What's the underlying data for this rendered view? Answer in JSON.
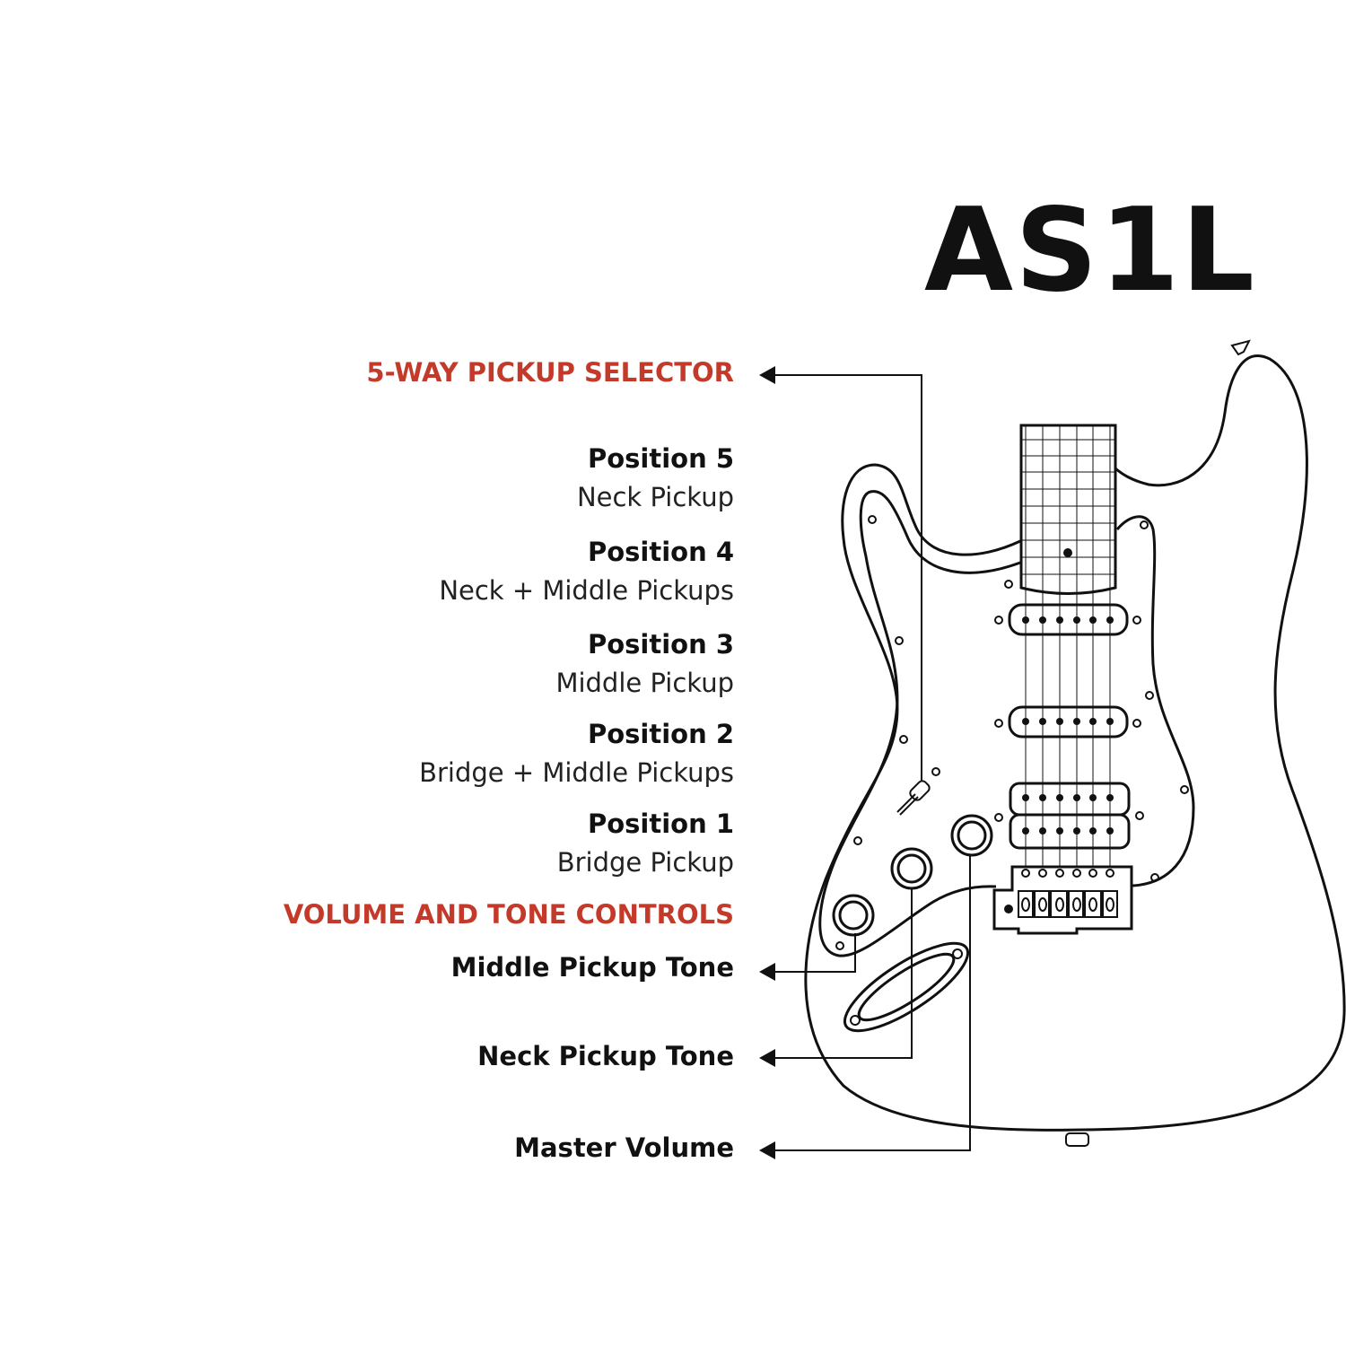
{
  "title": "AS1L",
  "selector": {
    "heading": "5-WAY PICKUP SELECTOR",
    "positions": [
      {
        "label": "Position 5",
        "desc": "Neck Pickup"
      },
      {
        "label": "Position 4",
        "desc": "Neck + Middle Pickups"
      },
      {
        "label": "Position 3",
        "desc": "Middle Pickup"
      },
      {
        "label": "Position 2",
        "desc": "Bridge + Middle Pickups"
      },
      {
        "label": "Position 1",
        "desc": "Bridge Pickup"
      }
    ]
  },
  "controls": {
    "heading": "VOLUME AND TONE CONTROLS",
    "items": [
      "Middle Pickup Tone",
      "Neck Pickup Tone",
      "Master Volume"
    ]
  },
  "colors": {
    "accent": "#c33a2a",
    "ink": "#111111"
  }
}
